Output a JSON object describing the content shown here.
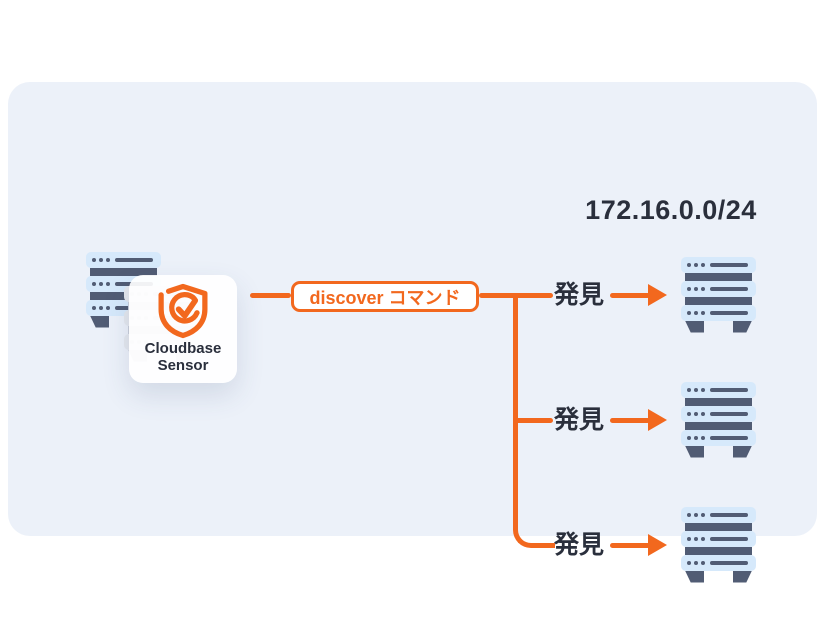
{
  "network": {
    "cidr": "172.16.0.0/24"
  },
  "sensor_card": {
    "title_line1": "Cloudbase",
    "title_line2": "Sensor",
    "logo_icon": "cloudbase-shield-check-icon"
  },
  "command_badge": {
    "label": "discover コマンド"
  },
  "discoveries": [
    {
      "label": "発見"
    },
    {
      "label": "発見"
    },
    {
      "label": "発見"
    }
  ],
  "icons": {
    "sensor_host": "server-rack-icon",
    "ghost_server": "server-rack-icon-faded",
    "discovered_servers": [
      "server-rack-icon",
      "server-rack-icon",
      "server-rack-icon"
    ],
    "arrows": "right-arrow-icon"
  },
  "colors": {
    "accent": "#F2681E",
    "panel_bg": "#ECF1F9",
    "text_dark": "#2A2F3C",
    "server_blue": "#D6E9FB",
    "server_dark": "#515C74"
  }
}
